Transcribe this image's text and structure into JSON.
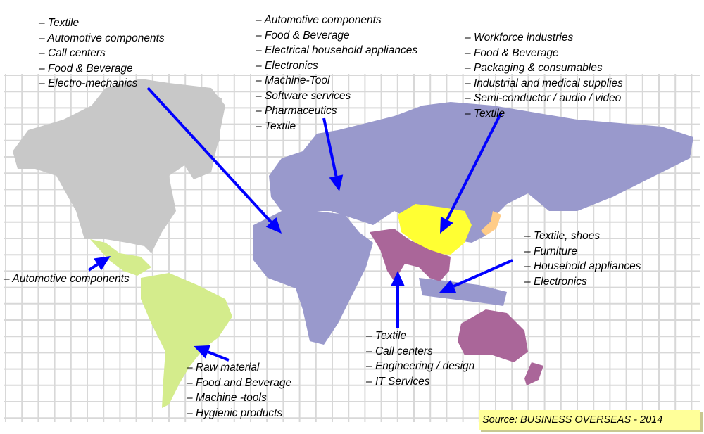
{
  "colors": {
    "north_america": "#c8c8c8",
    "latin_america": "#d4ec8c",
    "europe_africa_asia": "#9999cc",
    "china": "#ffff33",
    "south_asia_oceania": "#aa6699",
    "japan": "#ffcc88",
    "arrow": "#0000ff",
    "grid": "#d8d8d8"
  },
  "regions": {
    "north_america": {
      "items": [
        "Textile",
        "Automotive components",
        "Call centers",
        "Food & Beverage",
        "Electro-mechanics"
      ]
    },
    "europe": {
      "items": [
        "Automotive components",
        "Food & Beverage",
        "Electrical household appliances",
        "Electronics",
        "Machine-Tool",
        "Software services",
        "Pharmaceutics",
        "Textile"
      ]
    },
    "china": {
      "items": [
        "Workforce industries",
        "Food & Beverage",
        "Packaging & consumables",
        "Industrial and medical supplies",
        "Semi-conductor / audio / video",
        "Textile"
      ]
    },
    "southeast_asia": {
      "items": [
        "Textile, shoes",
        "Furniture",
        "Household appliances",
        "Electronics"
      ]
    },
    "mexico": {
      "items": [
        "Automotive components"
      ]
    },
    "india": {
      "items": [
        "Textile",
        "Call centers",
        "Engineering / design",
        "IT Services"
      ]
    },
    "south_america": {
      "items": [
        "Raw material",
        "Food and Beverage",
        "Machine -tools",
        "Hygienic products"
      ]
    }
  },
  "source": "Source: BUSINESS OVERSEAS - 2014"
}
